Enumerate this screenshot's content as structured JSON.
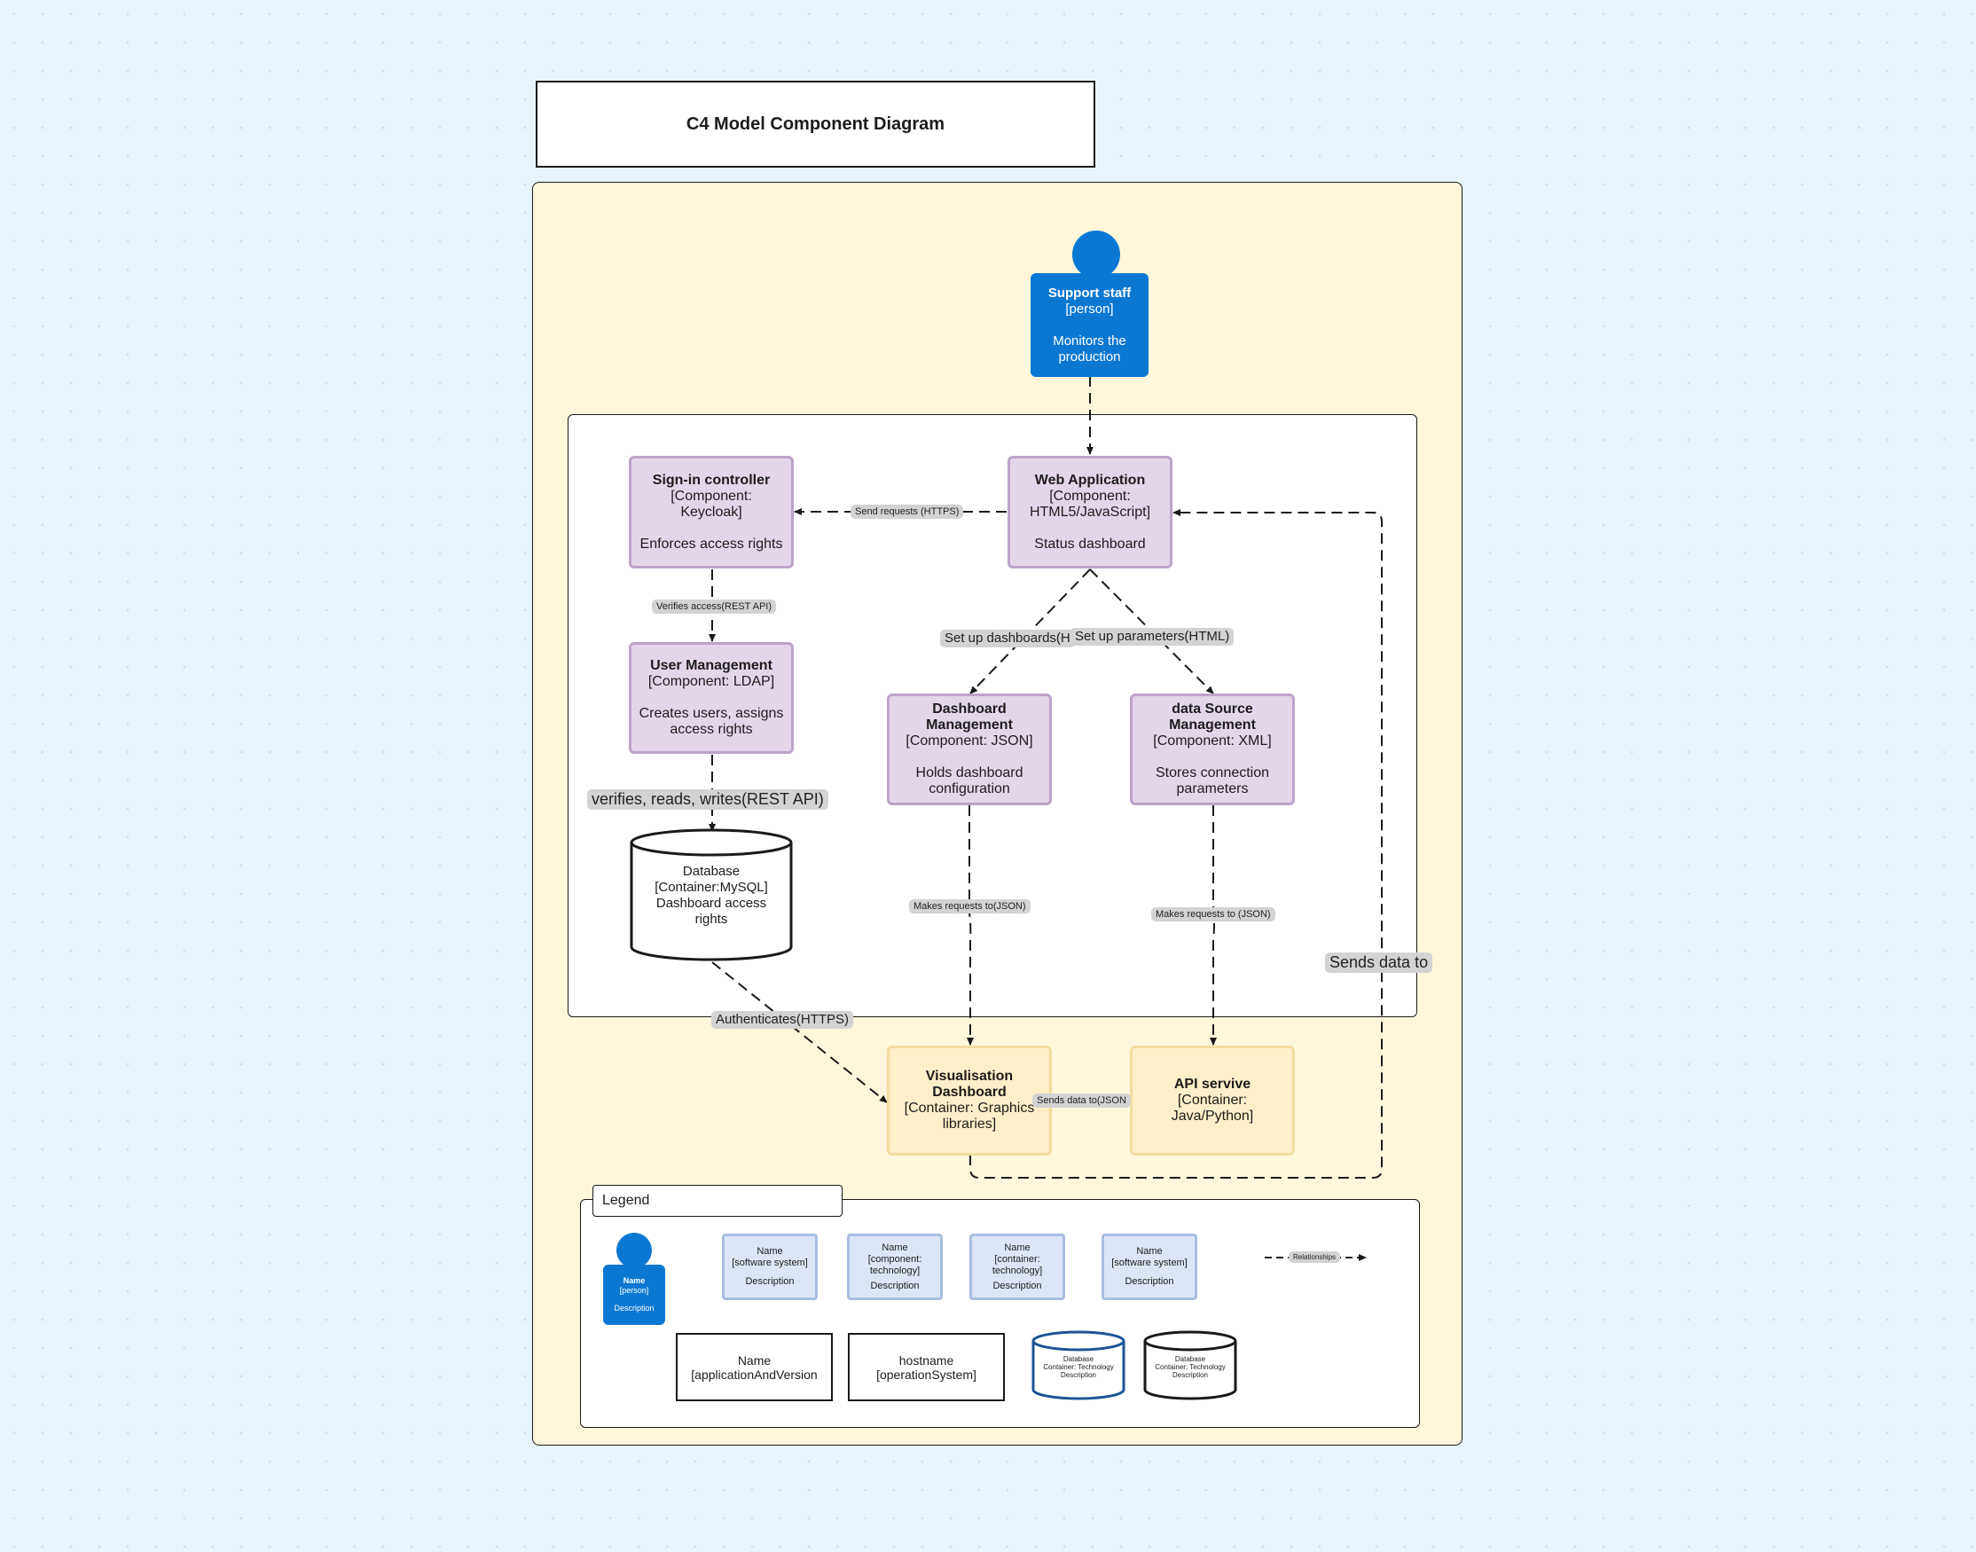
{
  "title": "C4 Model Component Diagram",
  "person": {
    "name": "Support staff",
    "type": "[person]",
    "description": "Monitors the production"
  },
  "components": {
    "web_app": {
      "name": "Web Application",
      "type": "[Component: HTML5/JavaScript]",
      "description": "Status dashboard"
    },
    "signin": {
      "name": "Sign-in controller",
      "type": "[Component: Keycloak]",
      "description": "Enforces access rights"
    },
    "user_mgmt": {
      "name": "User Management",
      "type": "[Component: LDAP]",
      "description": "Creates users, assigns access rights"
    },
    "dashboard_mgmt": {
      "name": "Dashboard Management",
      "type": "[Component: JSON]",
      "description": "Holds dashboard configuration"
    },
    "datasource_mgmt": {
      "name": "data Source Management",
      "type": "[Component: XML]",
      "description": "Stores connection parameters"
    }
  },
  "database": {
    "line1": "Database",
    "line2": "[Container:MySQL]",
    "line3": "Dashboard access rights"
  },
  "containers": {
    "vis_dashboard": {
      "name": "Visualisation Dashboard",
      "type": "[Container: Graphics libraries]"
    },
    "api_service": {
      "name": "API servive",
      "type": "[Container: Java/Python]"
    }
  },
  "edges": {
    "send_requests": "Send requests (HTTPS)",
    "verifies_access": "Verifies access(REST API)",
    "verifies_rw": "verifies, reads, writes(REST API)",
    "set_dashboards": "Set up dashboards(H",
    "set_parameters": "Set up parameters(HTML)",
    "makes_requests_json": "Makes requests to(JSON)",
    "makes_requests_json2": "Makes requests to (JSON)",
    "authenticates": "Authenticates(HTTPS)",
    "sends_data_json": "Sends data to(JSON",
    "sends_data_to": "Sends data to"
  },
  "legend": {
    "title": "Legend",
    "person": {
      "name": "Name",
      "type": "[person]",
      "description": "Description"
    },
    "boxes": [
      {
        "name": "Name",
        "type": "[software system]",
        "description": "Description"
      },
      {
        "name": "Name",
        "type": "[component: technology]",
        "description": "Description"
      },
      {
        "name": "Name",
        "type": "[container: technology]",
        "description": "Description"
      },
      {
        "name": "Name",
        "type": "[software system]",
        "description": "Description"
      }
    ],
    "relationships": "Relationships",
    "nodes": [
      {
        "name": "Name",
        "type": "[applicationAndVersion"
      },
      {
        "name": "hostname",
        "type": "[operationSystem]"
      }
    ],
    "db_blue": {
      "line1": "Database",
      "line2": "Container: Technology",
      "line3": "Description"
    },
    "db_black": {
      "line1": "Database",
      "line2": "Container: Technology",
      "line3": "Description"
    }
  },
  "colors": {
    "person": "#0a78d2",
    "component_fill": "#e4d6e9",
    "container_fill": "#ffefc9",
    "frame_fill": "#fff7dc",
    "legend_fill": "#dde6f6"
  }
}
